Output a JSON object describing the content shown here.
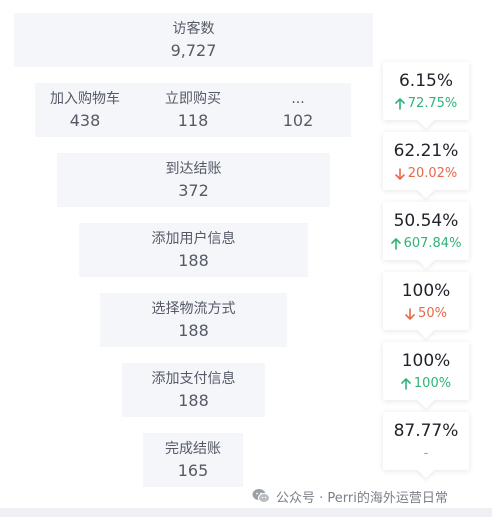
{
  "funnel": {
    "visitors": {
      "label": "访客数",
      "value": "9,727"
    },
    "cart": {
      "items": [
        {
          "label": "加入购物车",
          "value": "438"
        },
        {
          "label": "立即购买",
          "value": "118"
        },
        {
          "label": "...",
          "value": "102"
        }
      ]
    },
    "checkout": {
      "label": "到达结账",
      "value": "372"
    },
    "user_info": {
      "label": "添加用户信息",
      "value": "188"
    },
    "shipping": {
      "label": "选择物流方式",
      "value": "188"
    },
    "payment": {
      "label": "添加支付信息",
      "value": "188"
    },
    "complete": {
      "label": "完成结账",
      "value": "165"
    }
  },
  "conversions": [
    {
      "rate": "6.15%",
      "change": "72.75%",
      "direction": "up"
    },
    {
      "rate": "62.21%",
      "change": "20.02%",
      "direction": "down"
    },
    {
      "rate": "50.54%",
      "change": "607.84%",
      "direction": "up"
    },
    {
      "rate": "100%",
      "change": "50%",
      "direction": "down"
    },
    {
      "rate": "100%",
      "change": "100%",
      "direction": "up"
    },
    {
      "rate": "87.77%",
      "change": "-",
      "direction": "none"
    }
  ],
  "colors": {
    "up": "#2fb37a",
    "down": "#e8684a",
    "box_bg": "#f4f6fa"
  },
  "watermark": {
    "text": "公众号 · Perri的海外运营日常",
    "icon": "wechat-icon"
  }
}
